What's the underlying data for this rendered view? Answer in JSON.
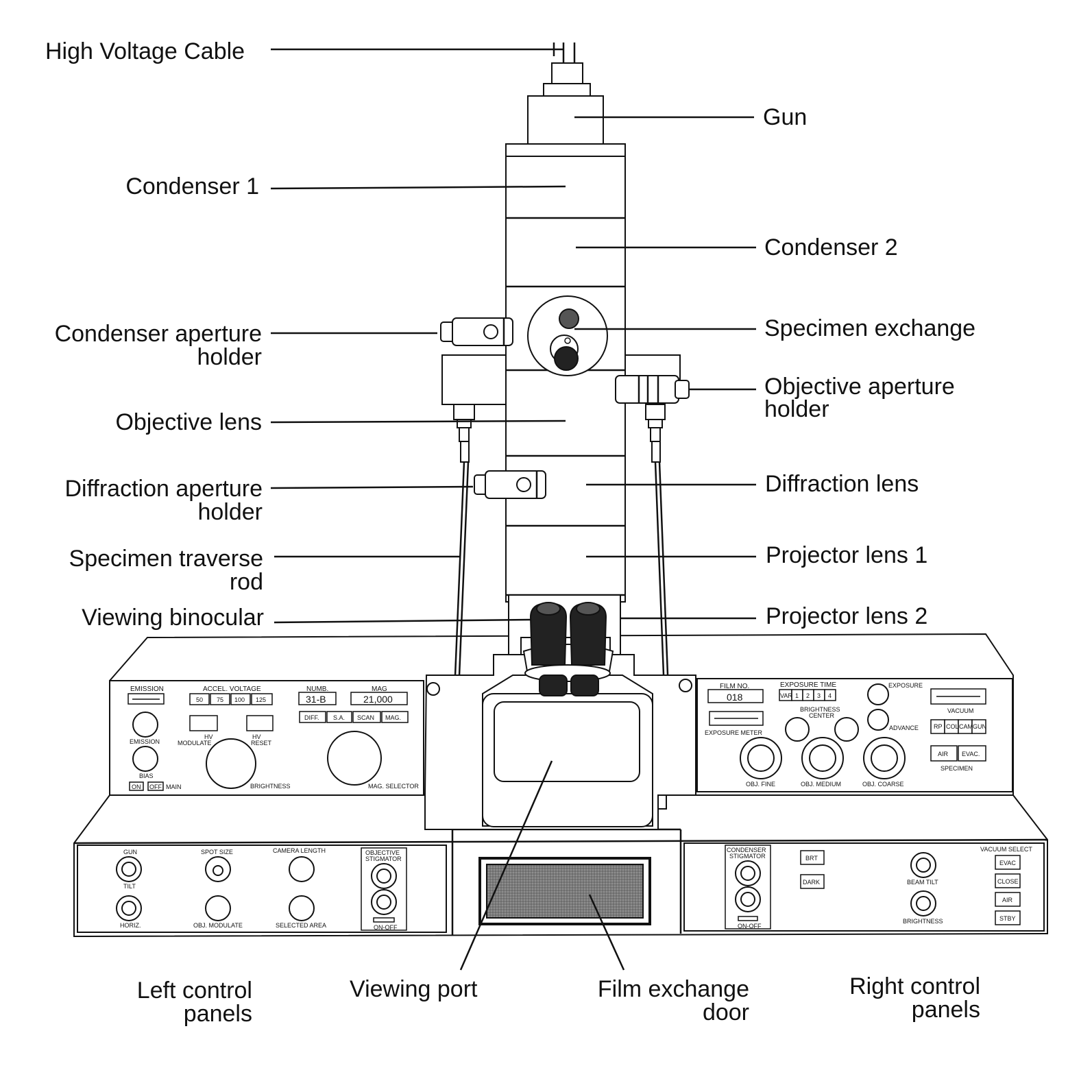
{
  "labels": {
    "high_voltage_cable": "High Voltage Cable",
    "gun": "Gun",
    "condenser_1": "Condenser 1",
    "condenser_2": "Condenser 2",
    "condenser_aperture_holder_1": "Condenser aperture",
    "condenser_aperture_holder_2": "holder",
    "specimen_exchange": "Specimen exchange",
    "objective_aperture_holder_1": "Objective aperture",
    "objective_aperture_holder_2": "holder",
    "objective_lens": "Objective lens",
    "diffraction_aperture_holder_1": "Diffraction aperture",
    "diffraction_aperture_holder_2": "holder",
    "diffraction_lens": "Diffraction lens",
    "specimen_traverse_rod_1": "Specimen traverse",
    "specimen_traverse_rod_2": "rod",
    "projector_lens_1": "Projector lens 1",
    "viewing_binocular": "Viewing binocular",
    "projector_lens_2": "Projector lens 2",
    "left_control_panels_1": "Left control",
    "left_control_panels_2": "panels",
    "viewing_port": "Viewing port",
    "film_exchange_door_1": "Film exchange",
    "film_exchange_door_2": "door",
    "right_control_panels_1": "Right control",
    "right_control_panels_2": "panels"
  },
  "upper_left_panel": {
    "emission": "EMISSION",
    "accel_voltage": "ACCEL. VOLTAGE",
    "voltages": [
      "50",
      "75",
      "100",
      "125"
    ],
    "numb": "NUMB.",
    "numb_value": "31-B",
    "mag": "MAG",
    "mag_value": "21,000",
    "modes": [
      "DIFF.",
      "S.A.",
      "SCAN",
      "MAG."
    ],
    "emission_knob": "EMISSION",
    "hv": "HV",
    "modulate": "MODULATE",
    "reset": "RESET",
    "bias": "BIAS",
    "on": "ON",
    "off": "OFF",
    "main": "MAIN",
    "brightness": "BRIGHTNESS",
    "mag_selector": "MAG. SELECTOR"
  },
  "upper_right_panel": {
    "film_no": "FILM NO.",
    "film_no_value": "018",
    "exposure_time": "EXPOSURE TIME",
    "exposure_times": [
      "VAR",
      "1",
      "2",
      "3",
      "4"
    ],
    "exposure": "EXPOSURE",
    "brightness": "BRIGHTNESS",
    "center": "CENTER",
    "advance": "ADVANCE",
    "exposure_meter": "EXPOSURE METER",
    "vacuum": "VACUUM",
    "vacuum_items": [
      "RP",
      "COL",
      "CAM",
      "GUN"
    ],
    "air": "AIR",
    "evac": "EVAC.",
    "specimen": "SPECIMEN",
    "obj_fine": "OBJ. FINE",
    "obj_medium": "OBJ. MEDIUM",
    "obj_coarse": "OBJ. COARSE"
  },
  "lower_left_panel": {
    "gun": "GUN",
    "tilt": "TILT",
    "horiz": "HORIZ.",
    "spot_size": "SPOT SIZE",
    "camera_length": "CAMERA LENGTH",
    "objective": "OBJECTIVE",
    "stigmator": "STIGMATOR",
    "obj_modulate": "OBJ. MODULATE",
    "selected_area": "SELECTED AREA",
    "on_off": "ON-OFF"
  },
  "lower_right_panel": {
    "condenser": "CONDENSER",
    "stigmator": "STIGMATOR",
    "on_off": "ON-OFF",
    "brt": "BRT",
    "dark": "DARK",
    "beam_tilt": "BEAM TILT",
    "brightness": "BRIGHTNESS",
    "vacuum_select": "VACUUM SELECT",
    "vacuum_buttons": [
      "EVAC",
      "CLOSE",
      "AIR",
      "STBY"
    ]
  }
}
